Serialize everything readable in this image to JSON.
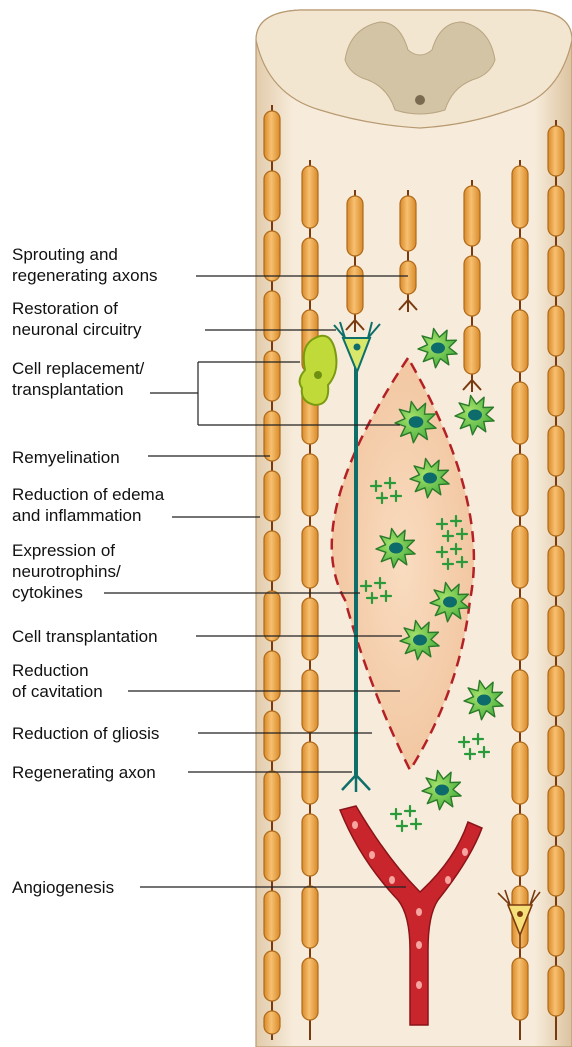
{
  "labels": {
    "sprouting": [
      "Sprouting and",
      "regenerating axons"
    ],
    "restoration": [
      "Restoration of",
      "neuronal circuitry"
    ],
    "cell_replacement": [
      "Cell replacement/",
      "transplantation"
    ],
    "remyelination": [
      "Remyelination"
    ],
    "edema": [
      "Reduction of edema",
      "and inflammation"
    ],
    "neurotrophins": [
      "Expression of",
      "neurotrophins/",
      "cytokines"
    ],
    "cell_transplantation": [
      "Cell transplantation"
    ],
    "cavitation": [
      "Reduction",
      "of cavitation"
    ],
    "gliosis": [
      "Reduction of gliosis"
    ],
    "regenerating_axon": [
      "Regenerating axon"
    ],
    "angiogenesis": [
      "Angiogenesis"
    ]
  },
  "colors": {
    "cord": "#f6e9d6",
    "grey_matter": "#d2c4a8",
    "myelin": "#f0a84a",
    "myelin_edge": "#b06a1a",
    "axon": "#7a3a10",
    "lesion": "#f6cfae",
    "lesion_border": "#b32025",
    "glia": "#4cb848",
    "glia_nucleus": "#0d6b6b",
    "regen_axon": "#0e6f6a",
    "cytokine": "#2a9a3a",
    "vessel": "#c8262c",
    "transplant_cell": "#b8d633"
  }
}
